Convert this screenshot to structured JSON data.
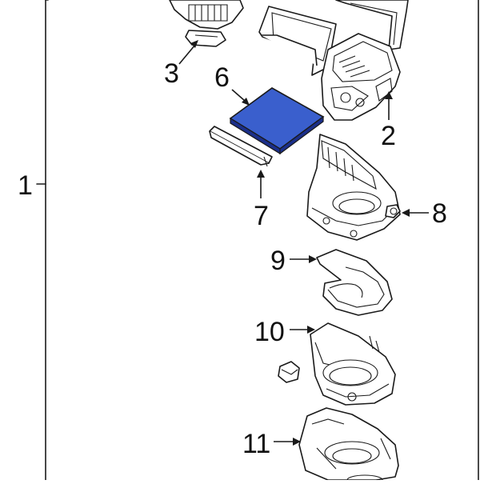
{
  "labels": {
    "p1": "1",
    "p2": "2",
    "p3": "3",
    "p6": "6",
    "p7": "7",
    "p8": "8",
    "p9": "9",
    "p10": "10",
    "p11": "11"
  },
  "colors": {
    "highlight": "#3a5fcd",
    "highlight_dark": "#1b2f8a",
    "ink": "#1a1a1a",
    "background": "#ffffff"
  }
}
